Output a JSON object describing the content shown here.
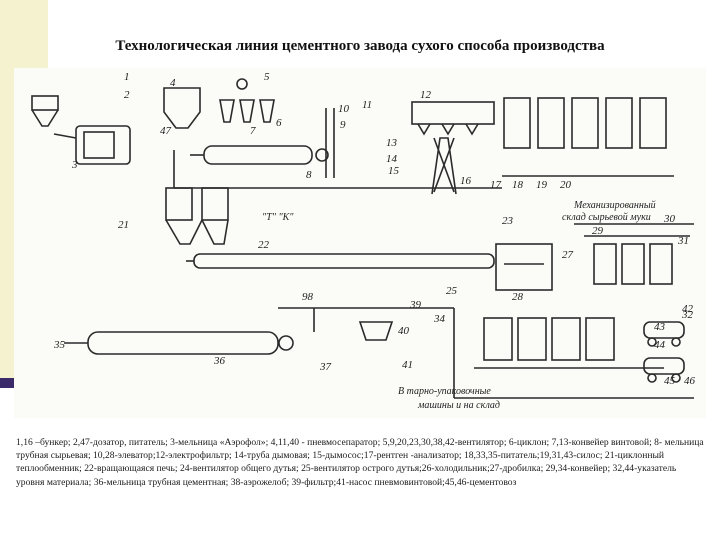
{
  "page": {
    "title": "Технологическая линия цементного завода сухого способа производства"
  },
  "scheme": {
    "numbers": [
      "1",
      "2",
      "3",
      "4",
      "5",
      "6",
      "7",
      "8",
      "9",
      "10",
      "11",
      "12",
      "13",
      "14",
      "15",
      "16",
      "17",
      "18",
      "19",
      "20",
      "21",
      "22",
      "23",
      "25",
      "27",
      "28",
      "29",
      "30",
      "31",
      "32",
      "34",
      "35",
      "36",
      "37",
      "39",
      "40",
      "41",
      "42",
      "43",
      "44",
      "45",
      "46",
      "47",
      "98"
    ],
    "captions": {
      "top_right": [
        "Механизированный",
        "склад сырьевой муки"
      ],
      "bottom_right": [
        "В тарно-упаковочные",
        "машины и на склад"
      ],
      "marks": "\"Т\" \"К\""
    }
  },
  "legend": {
    "text": "1,16 –бункер; 2,47-дозатор, питатель; 3-мельница «Аэрофол»; 4,11,40 - пневмосепаратор; 5,9,20,23,30,38,42-вентилятор; 6-циклон; 7,13-конвейер винтовой; 8- мельница трубная сырьевая; 10,28-элеватор;12-электрофильтр; 14-труба дымовая; 15-дымосос;17-рентген -анализатор; 18,33,35-питатель;19,31,43-силос; 21-циклонный теплообменник; 22-вращающаяся печь; 24-вентилятор общего дутья; 25-вентилятор острого дутья;26-холодильник;27-дробилка; 29,34-конвейер; 32,44-указатель уровня материала; 36-мельница трубная цементная; 38-аэрожелоб; 39-фильтр;41-насос пневмовинтовой;45,46-цементовоз"
  }
}
